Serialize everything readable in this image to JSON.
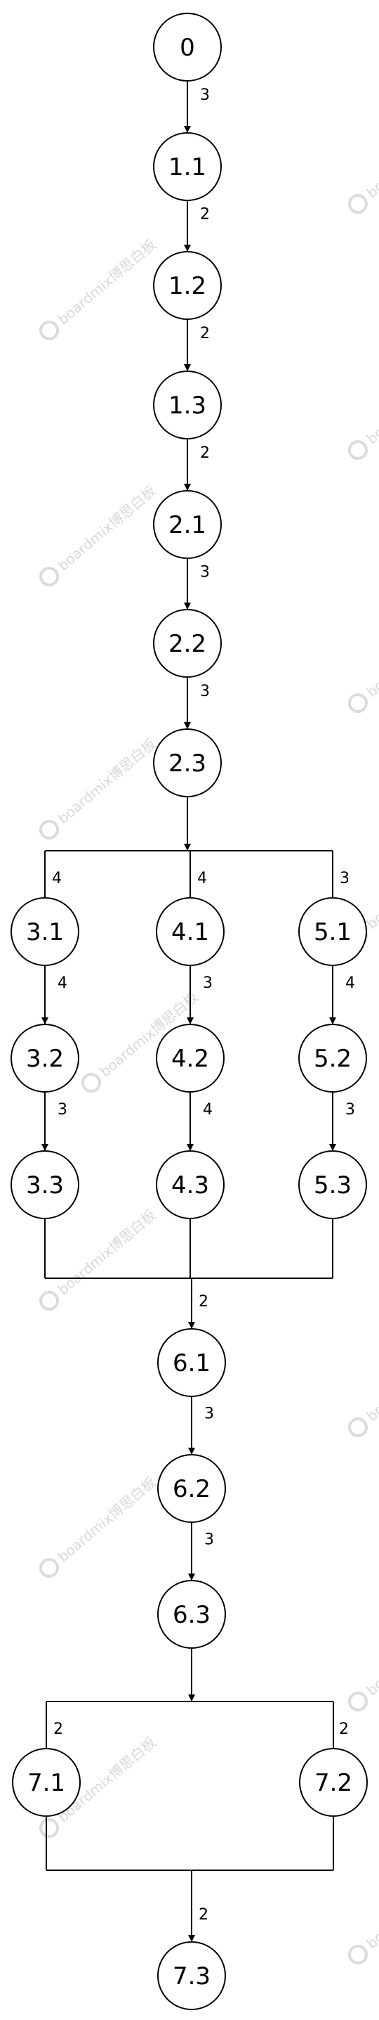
{
  "diagram": {
    "watermark_text": "boardmix博思白板",
    "nodes": [
      {
        "id": "0",
        "label": "0"
      },
      {
        "id": "1.1",
        "label": "1.1"
      },
      {
        "id": "1.2",
        "label": "1.2"
      },
      {
        "id": "1.3",
        "label": "1.3"
      },
      {
        "id": "2.1",
        "label": "2.1"
      },
      {
        "id": "2.2",
        "label": "2.2"
      },
      {
        "id": "2.3",
        "label": "2.3"
      },
      {
        "id": "3.1",
        "label": "3.1"
      },
      {
        "id": "4.1",
        "label": "4.1"
      },
      {
        "id": "5.1",
        "label": "5.1"
      },
      {
        "id": "3.2",
        "label": "3.2"
      },
      {
        "id": "4.2",
        "label": "4.2"
      },
      {
        "id": "5.2",
        "label": "5.2"
      },
      {
        "id": "3.3",
        "label": "3.3"
      },
      {
        "id": "4.3",
        "label": "4.3"
      },
      {
        "id": "5.3",
        "label": "5.3"
      },
      {
        "id": "6.1",
        "label": "6.1"
      },
      {
        "id": "6.2",
        "label": "6.2"
      },
      {
        "id": "6.3",
        "label": "6.3"
      },
      {
        "id": "7.1",
        "label": "7.1"
      },
      {
        "id": "7.2",
        "label": "7.2"
      },
      {
        "id": "7.3",
        "label": "7.3"
      }
    ],
    "edges": [
      {
        "from": "0",
        "to": "1.1",
        "label": "3"
      },
      {
        "from": "1.1",
        "to": "1.2",
        "label": "2"
      },
      {
        "from": "1.2",
        "to": "1.3",
        "label": "2"
      },
      {
        "from": "1.3",
        "to": "2.1",
        "label": "2"
      },
      {
        "from": "2.1",
        "to": "2.2",
        "label": "3"
      },
      {
        "from": "2.2",
        "to": "2.3",
        "label": "3"
      },
      {
        "from": "2.3",
        "to": "3.1",
        "label": "4"
      },
      {
        "from": "2.3",
        "to": "4.1",
        "label": "4"
      },
      {
        "from": "2.3",
        "to": "5.1",
        "label": "3"
      },
      {
        "from": "3.1",
        "to": "3.2",
        "label": "4"
      },
      {
        "from": "4.1",
        "to": "4.2",
        "label": "3"
      },
      {
        "from": "5.1",
        "to": "5.2",
        "label": "4"
      },
      {
        "from": "3.2",
        "to": "3.3",
        "label": "3"
      },
      {
        "from": "4.2",
        "to": "4.3",
        "label": "4"
      },
      {
        "from": "5.2",
        "to": "5.3",
        "label": "3"
      },
      {
        "from": "3.3",
        "to": "6.1",
        "label": "2"
      },
      {
        "from": "4.3",
        "to": "6.1",
        "label": ""
      },
      {
        "from": "5.3",
        "to": "6.1",
        "label": ""
      },
      {
        "from": "6.1",
        "to": "6.2",
        "label": "3"
      },
      {
        "from": "6.2",
        "to": "6.3",
        "label": "3"
      },
      {
        "from": "6.3",
        "to": "7.1",
        "label": "2"
      },
      {
        "from": "6.3",
        "to": "7.2",
        "label": "2"
      },
      {
        "from": "7.1",
        "to": "7.3",
        "label": "2"
      },
      {
        "from": "7.2",
        "to": "7.3",
        "label": ""
      }
    ]
  }
}
